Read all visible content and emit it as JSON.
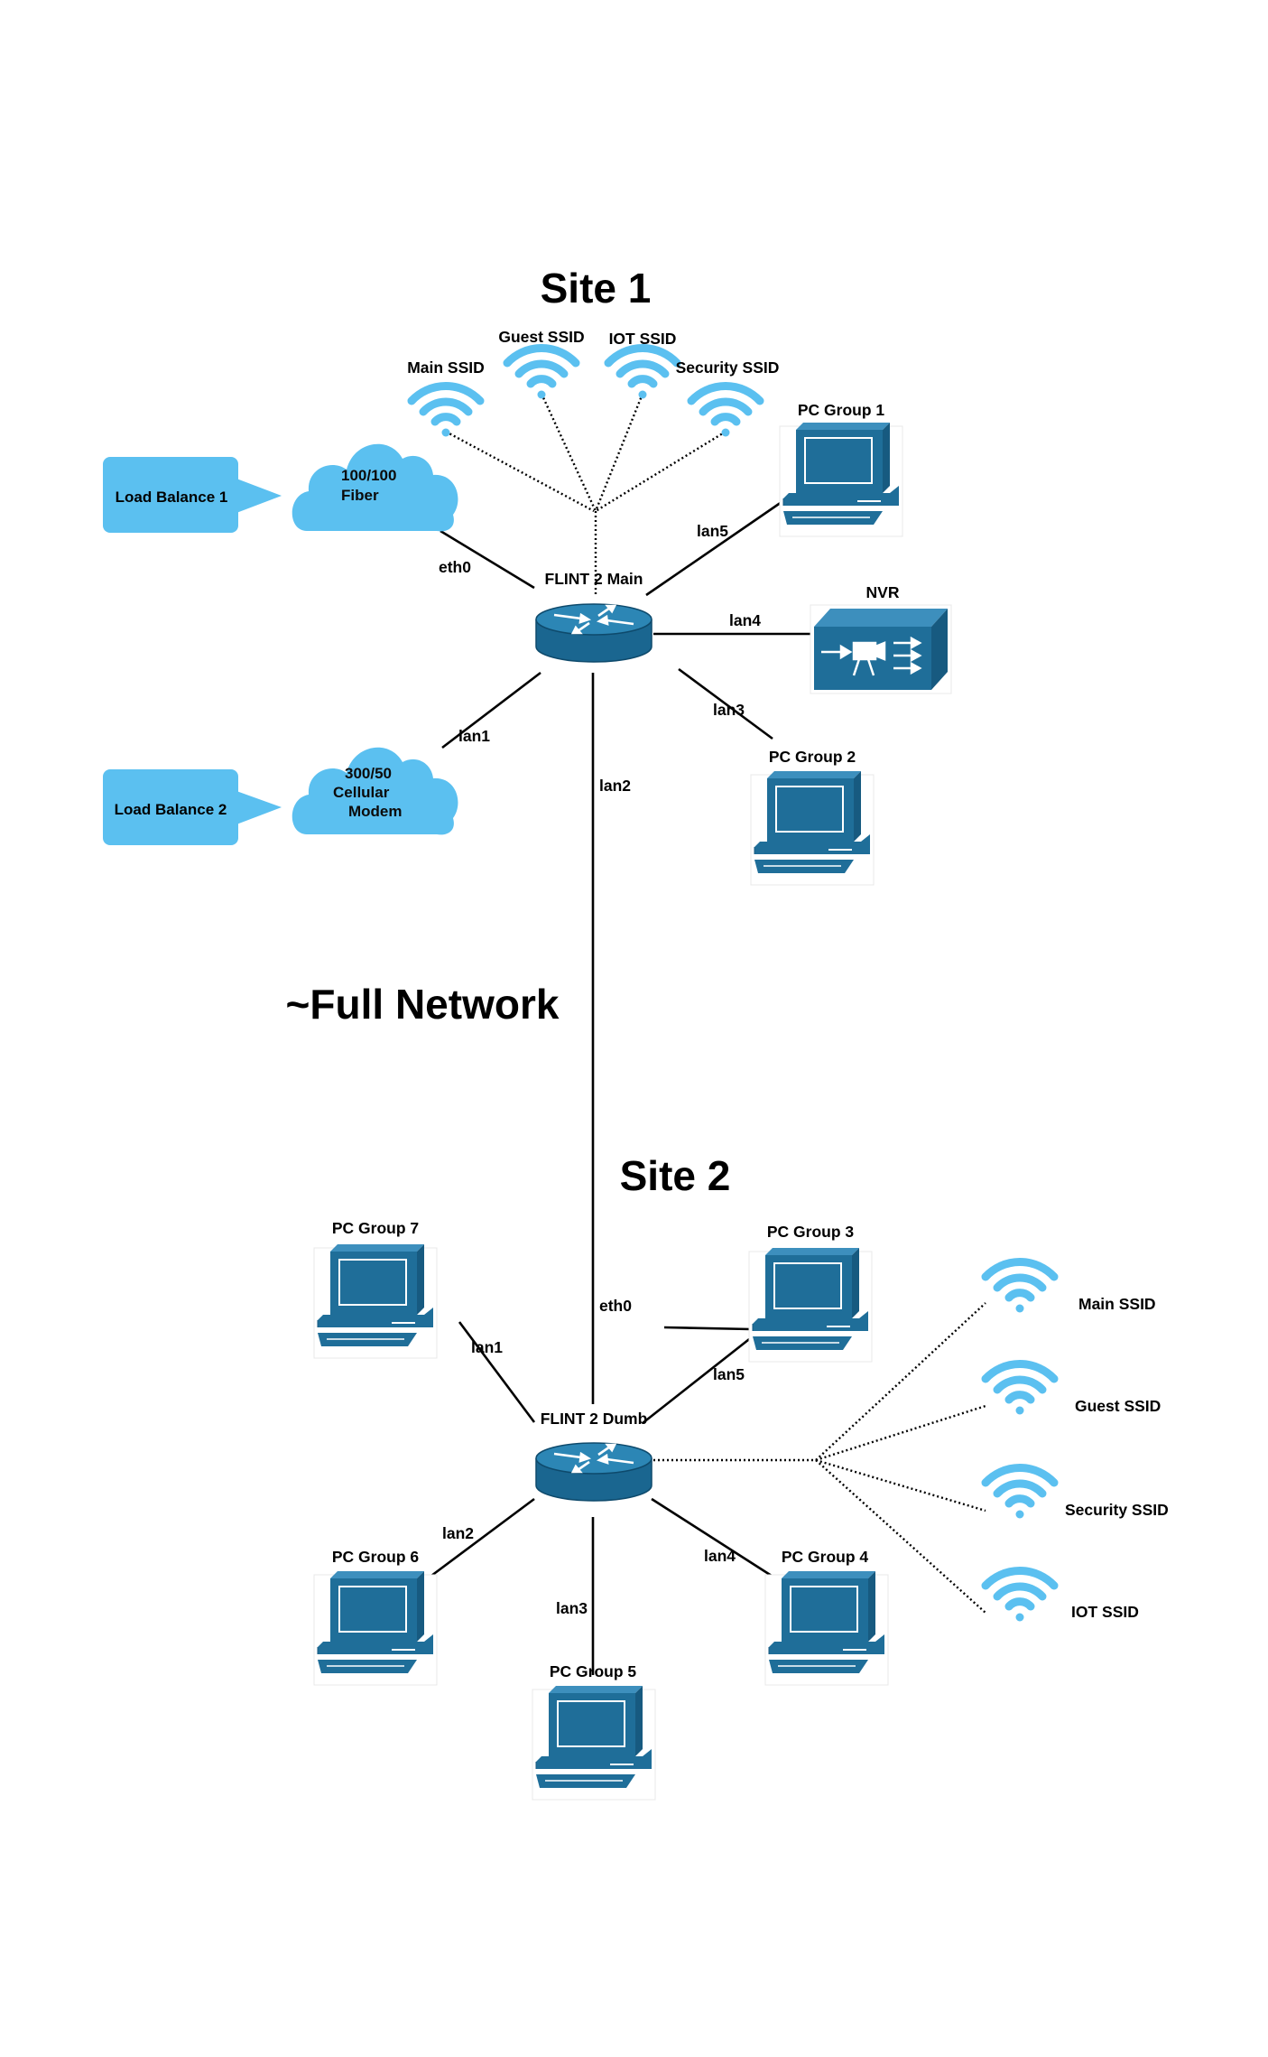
{
  "titles": {
    "site1": "Site 1",
    "full_network": "~Full Network",
    "site2": "Site 2"
  },
  "site1": {
    "router": "FLINT 2 Main",
    "ssids": [
      "Main SSID",
      "Guest SSID",
      "IOT SSID",
      "Security SSID"
    ],
    "wan": [
      {
        "balance": "Load Balance 1",
        "cloud_lines": [
          "100/100",
          "Fiber"
        ],
        "port": "eth0"
      },
      {
        "balance": "Load Balance 2",
        "cloud_lines": [
          "300/50",
          "Cellular",
          "Modem"
        ],
        "port": "lan1"
      }
    ],
    "devices": [
      {
        "name": "PC Group 1",
        "port": "lan5"
      },
      {
        "name": "NVR",
        "port": "lan4"
      },
      {
        "name": "PC Group 2",
        "port": "lan3"
      }
    ],
    "uplink_port": "lan2"
  },
  "site2": {
    "router": "FLINT 2 Dumb",
    "uplink_port": "eth0",
    "devices": [
      {
        "name": "PC Group 7",
        "port": "lan1"
      },
      {
        "name": "PC Group 3",
        "port": "lan5"
      },
      {
        "name": "PC Group 6",
        "port": "lan2"
      },
      {
        "name": "PC Group 5",
        "port": "lan3"
      },
      {
        "name": "PC Group 4",
        "port": "lan4"
      }
    ],
    "ssids": [
      "Main SSID",
      "Guest SSID",
      "Security SSID",
      "IOT SSID"
    ]
  },
  "colors": {
    "device_blue": "#1f6e99",
    "cloud_blue": "#5bc0f0",
    "wifi_blue": "#5bc0f0"
  }
}
